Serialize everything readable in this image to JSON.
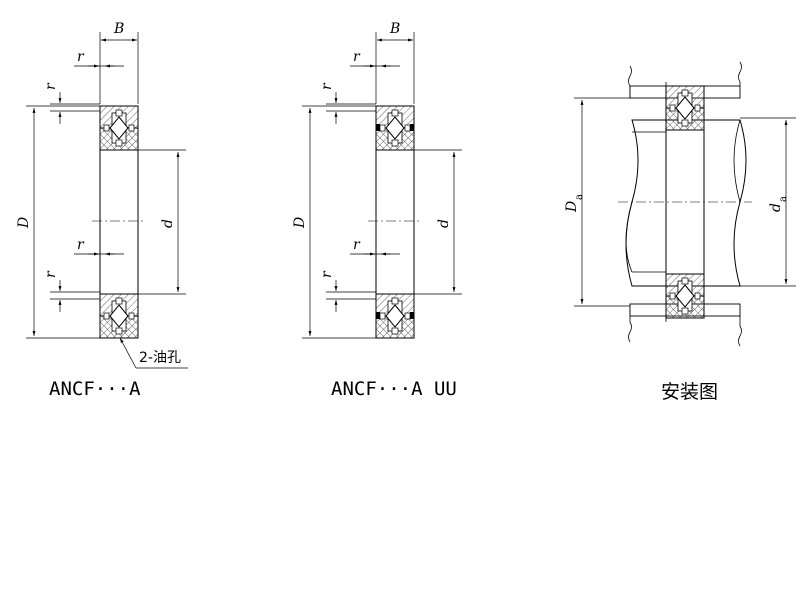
{
  "figures": [
    {
      "caption": "ANCF···A",
      "labels": {
        "B": "B",
        "r": "r",
        "D": "D",
        "d": "d"
      },
      "callout": "2-油孔"
    },
    {
      "caption": "ANCF···A UU",
      "labels": {
        "B": "B",
        "r": "r",
        "D": "D",
        "d": "d"
      }
    },
    {
      "caption": "安装图",
      "labels": {
        "D": "D",
        "Da_sub": "a",
        "d": "d",
        "da_sub": "a"
      }
    }
  ]
}
